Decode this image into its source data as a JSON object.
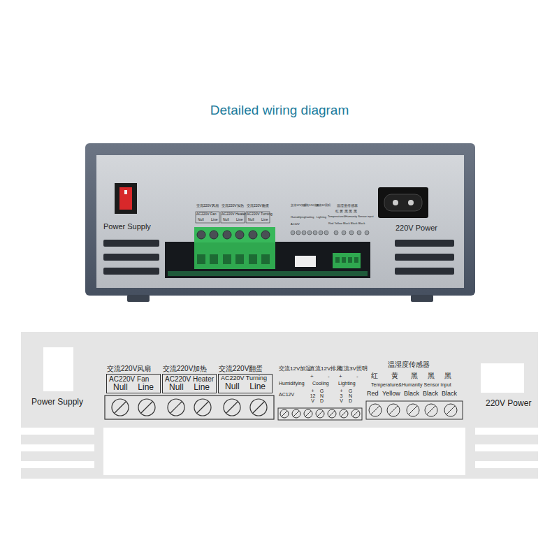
{
  "diagram": {
    "title": "Detailed wiring diagram",
    "nodes": [
      {
        "text": [
          "交流220V风扇",
          "AC220V Fan",
          "Null",
          "Line"
        ]
      },
      {
        "text": [
          "交流220V加热",
          "AC220V Heater",
          "Null",
          "Line"
        ]
      },
      {
        "text": [
          "交流220V翻蛋",
          "AC220V Turning",
          "Null",
          "Line"
        ]
      }
    ],
    "labels": [
      "Power Supply",
      "220V Power",
      "交流220V风扇",
      "交流220V加热",
      "交流220V翻蛋",
      "AC220V Fan",
      "AC220V Heater",
      "AC220V Turning",
      "Null",
      "Line",
      "Null",
      "Line",
      "Null",
      "Line",
      "交流12V加湿",
      "直流12V排风",
      "直流3V照明",
      "Humidifying",
      "Cooling",
      "Lighting",
      "AC12V",
      "温湿度传感器",
      "红 黄 黑 黑 黑",
      "Temperature&Humanity Sensor input",
      "Red Yellow Black Black Black",
      "Power Supply",
      "220V Power",
      "交流12V加湿",
      "直流12V排风",
      "直流3V照明",
      "Humidifying",
      "AC12V",
      "+",
      "Cooling",
      "-",
      "+ 12 V",
      "G N D",
      "Lighting",
      "+",
      "-",
      "+ 3 V",
      "G N D",
      "温湿度传感器",
      "红",
      "黄",
      "黑",
      "黑",
      "黑",
      "Temperature&Humanity Sensor input",
      "Red",
      "Yellow",
      "Black",
      "Black",
      "Black"
    ]
  }
}
